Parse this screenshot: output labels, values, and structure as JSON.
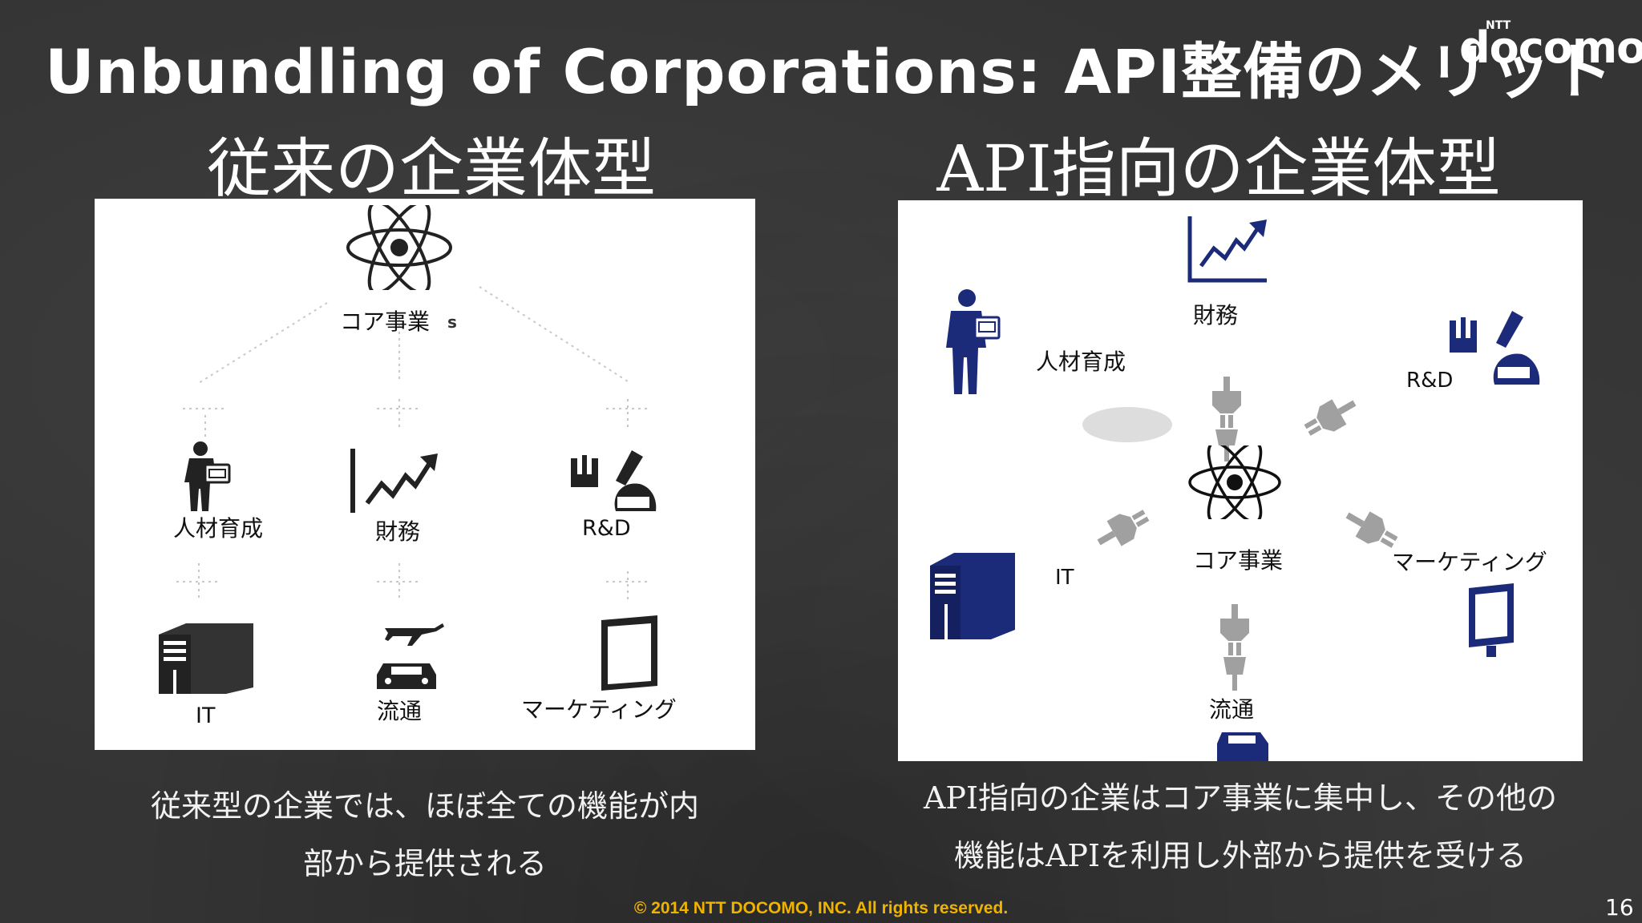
{
  "slide": {
    "title": "Unbundling of Corporations: API整備のメリット",
    "brand_small": "NTT",
    "brand": "docomo",
    "footer": "© 2014  NTT DOCOMO, INC. All rights reserved.",
    "page_number": "16"
  },
  "left": {
    "heading": "従来の企業体型",
    "core_label": "コア事業",
    "core_stray": "s",
    "items": {
      "hr": "人材育成",
      "finance": "財務",
      "rnd": "R&D",
      "it": "IT",
      "logistics": "流通",
      "marketing": "マーケティング"
    },
    "caption_line1": "従来型の企業では、ほぼ全ての機能が内",
    "caption_line2": "部から提供される"
  },
  "right": {
    "heading": "API指向の企業体型",
    "core_label": "コア事業",
    "items": {
      "finance": "財務",
      "hr": "人材育成",
      "rnd": "R&D",
      "it": "IT",
      "marketing": "マーケティング",
      "logistics": "流通"
    },
    "caption_line1": "API指向の企業はコア事業に集中し、その他の",
    "caption_line2": "機能はAPIを利用し外部から提供を受ける"
  },
  "colors": {
    "background": "#343434",
    "icon_left": "#222222",
    "icon_right": "#1c2a7a",
    "plug": "#9a9a9a",
    "footer_text": "#f0b400"
  }
}
